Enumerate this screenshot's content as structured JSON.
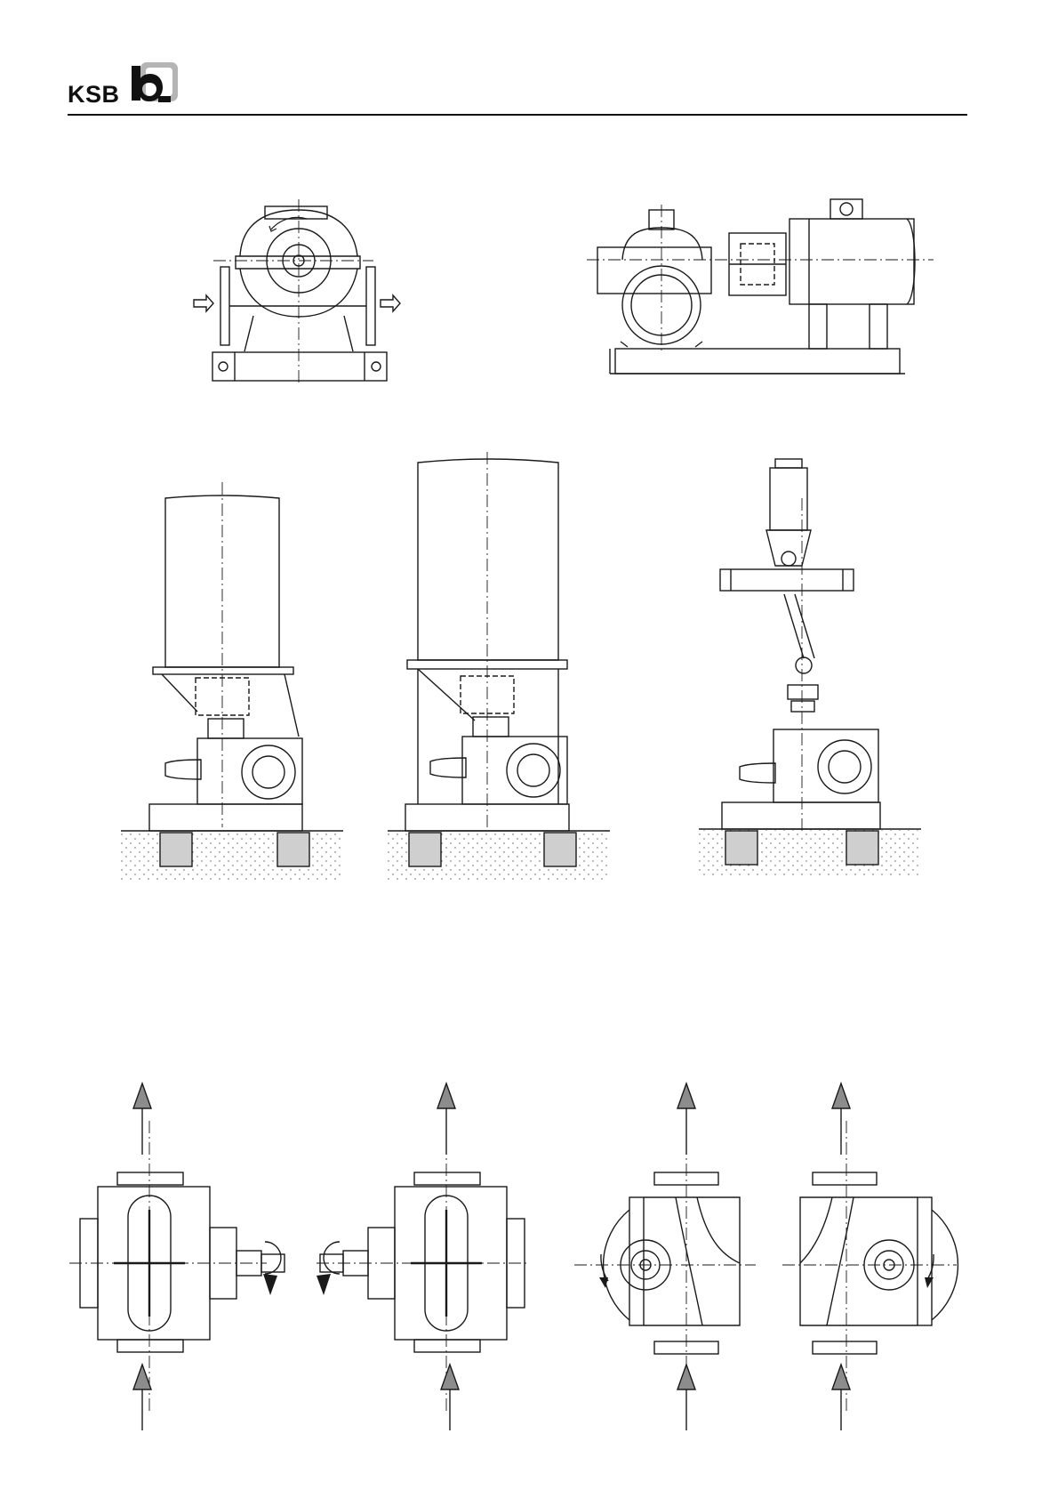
{
  "header": {
    "logo_text": "KSB"
  },
  "figures": [
    {
      "id": "horizontal-pump-end-view",
      "kind": "side elevation"
    },
    {
      "id": "horizontal-pump-unit-with-motor",
      "kind": "side elevation"
    },
    {
      "id": "vertical-unit-motor-on-bracket",
      "kind": "vertical installation"
    },
    {
      "id": "vertical-unit-motor-on-frame",
      "kind": "vertical installation"
    },
    {
      "id": "vertical-unit-cardan-shaft",
      "kind": "vertical installation"
    },
    {
      "id": "plan-view-drive-right",
      "kind": "plan view",
      "rotation": "clockwise"
    },
    {
      "id": "plan-view-drive-left",
      "kind": "plan view",
      "rotation": "counter-clockwise"
    },
    {
      "id": "end-view-ccw",
      "kind": "end view",
      "rotation": "counter-clockwise"
    },
    {
      "id": "end-view-cw",
      "kind": "end view",
      "rotation": "clockwise"
    }
  ],
  "colors": {
    "line": "#1a1a1a",
    "arrow_fill": "#8c8c8c",
    "foundation_fill": "#cfcfcf",
    "logo_square": "#b5b5b5"
  }
}
